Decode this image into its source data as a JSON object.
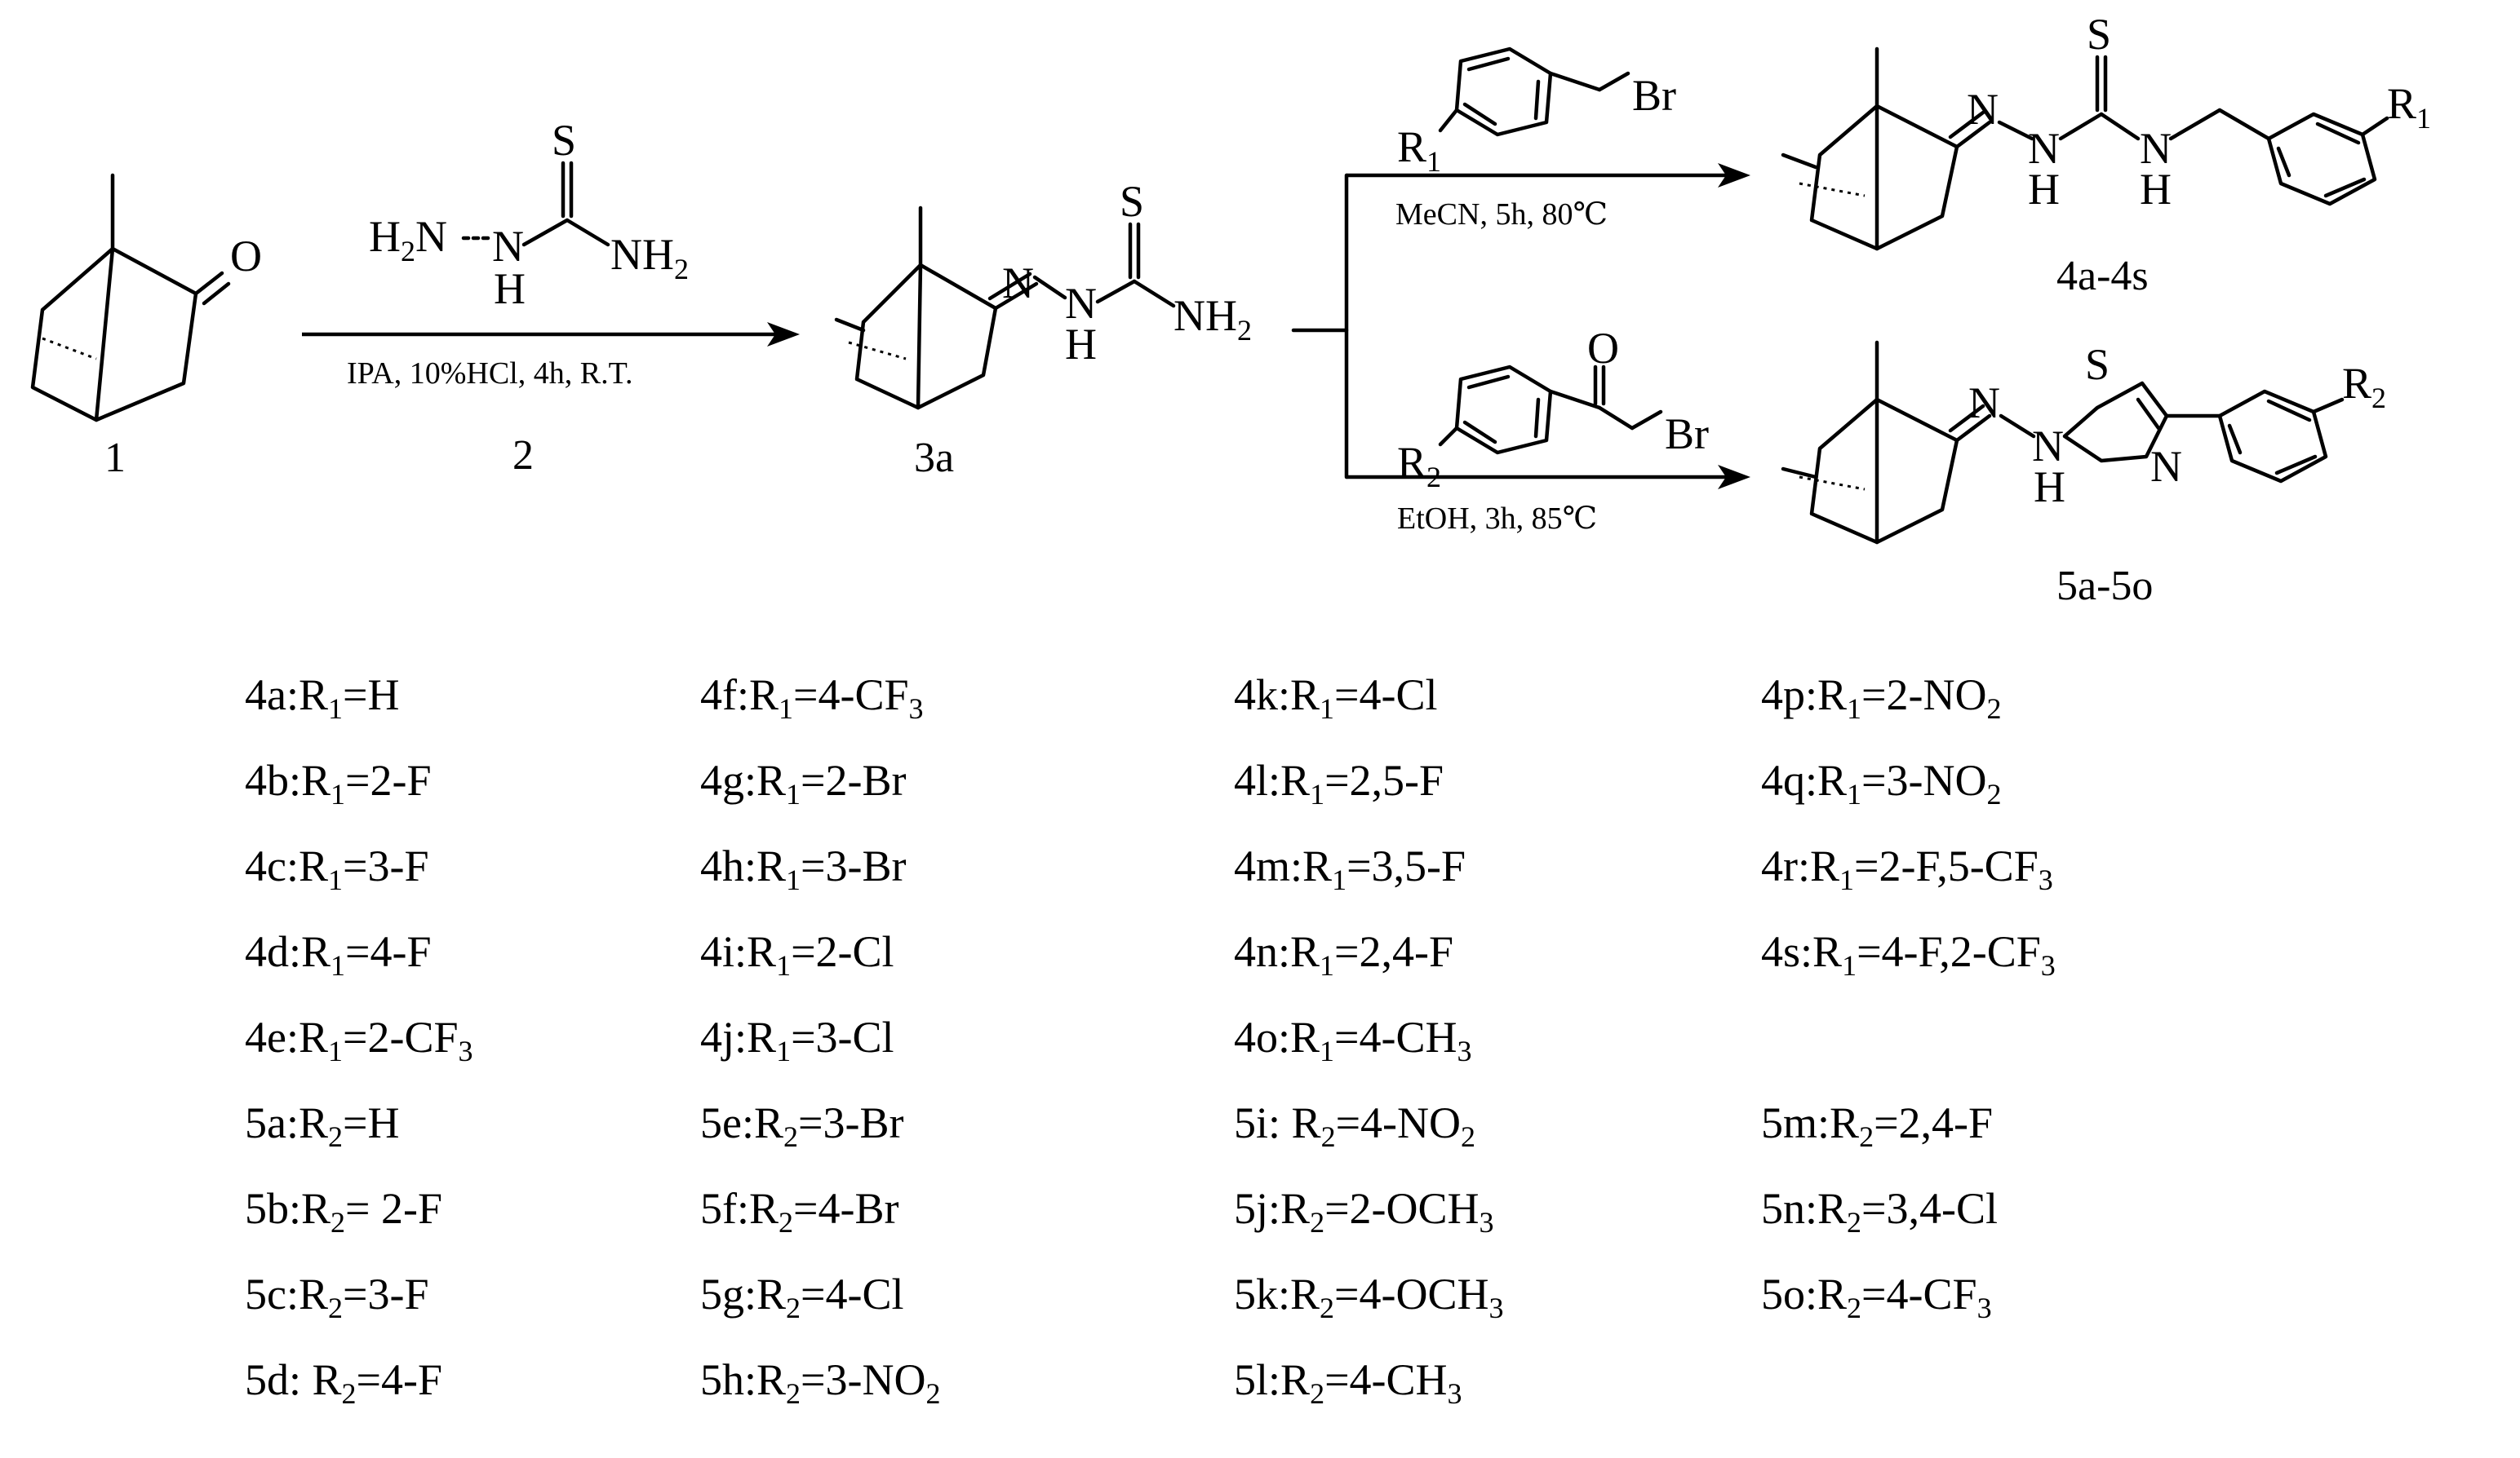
{
  "compounds": {
    "camphor_label": "1",
    "thiosemicarbazide_label": "2",
    "intermediate_label": "3a",
    "product4_label": "4a-4s",
    "product5_label": "5a-5o"
  },
  "atoms": {
    "O": "O",
    "S": "S",
    "N": "N",
    "H": "H",
    "Br": "Br",
    "NH2": "NH",
    "H2N": "H",
    "sub2": "2",
    "R": "R",
    "sub1": "1"
  },
  "reactions": {
    "step1_conditions": "IPA, 10%HCl, 4h, R.T.",
    "step2_conditions": "MeCN, 5h, 80℃",
    "step3_conditions": "EtOH, 3h, 85℃"
  },
  "substituents": [
    {
      "id": "4a",
      "sym": "R",
      "idx": "1",
      "val": "H"
    },
    {
      "id": "4b",
      "sym": "R",
      "idx": "1",
      "val": "2-F"
    },
    {
      "id": "4c",
      "sym": "R",
      "idx": "1",
      "val": "3-F"
    },
    {
      "id": "4d",
      "sym": "R",
      "idx": "1",
      "val": "4-F"
    },
    {
      "id": "4e",
      "sym": "R",
      "idx": "1",
      "val": "2-CF",
      "val_sub": "3"
    },
    {
      "id": "4f",
      "sym": "R",
      "idx": "1",
      "val": "4-CF",
      "val_sub": "3"
    },
    {
      "id": "4g",
      "sym": "R",
      "idx": "1",
      "val": "2-Br"
    },
    {
      "id": "4h",
      "sym": "R",
      "idx": "1",
      "val": "3-Br"
    },
    {
      "id": "4i",
      "sym": "R",
      "idx": "1",
      "val": "2-Cl"
    },
    {
      "id": "4j",
      "sym": "R",
      "idx": "1",
      "val": "3-Cl"
    },
    {
      "id": "4k",
      "sym": "R",
      "idx": "1",
      "val": "4-Cl"
    },
    {
      "id": "4l",
      "sym": "R",
      "idx": "1",
      "val": "2,5-F"
    },
    {
      "id": "4m",
      "sym": "R",
      "idx": "1",
      "val": "3,5-F"
    },
    {
      "id": "4n",
      "sym": "R",
      "idx": "1",
      "val": "2,4-F"
    },
    {
      "id": "4o",
      "sym": "R",
      "idx": "1",
      "val": "4-CH",
      "val_sub": "3"
    },
    {
      "id": "4p",
      "sym": "R",
      "idx": "1",
      "val": "2-NO",
      "val_sub": "2"
    },
    {
      "id": "4q",
      "sym": "R",
      "idx": "1",
      "val": "3-NO",
      "val_sub": "2"
    },
    {
      "id": "4r",
      "sym": "R",
      "idx": "1",
      "val": "2-F,5-CF",
      "val_sub": "3"
    },
    {
      "id": "4s",
      "sym": "R",
      "idx": "1",
      "val": "4-F,2-CF",
      "val_sub": "3"
    },
    {
      "id": "5a",
      "sym": "R",
      "idx": "2",
      "val": "H"
    },
    {
      "id": "5b",
      "sym": "R",
      "idx": "2",
      "val": " 2-F"
    },
    {
      "id": "5c",
      "sym": "R",
      "idx": "2",
      "val": "3-F"
    },
    {
      "id": "5d",
      "sym": "R",
      "idx": "2",
      "val": "4-F",
      "sep": ": "
    },
    {
      "id": "5e",
      "sym": "R",
      "idx": "2",
      "val": "3-Br"
    },
    {
      "id": "5f",
      "sym": "R",
      "idx": "2",
      "val": "4-Br"
    },
    {
      "id": "5g",
      "sym": "R",
      "idx": "2",
      "val": "4-Cl"
    },
    {
      "id": "5h",
      "sym": "R",
      "idx": "2",
      "val": "3-NO",
      "val_sub": "2"
    },
    {
      "id": "5i",
      "sym": "R",
      "idx": "2",
      "val": "4-NO",
      "val_sub": "2",
      "sep": ": "
    },
    {
      "id": "5j",
      "sym": "R",
      "idx": "2",
      "val": "2-OCH",
      "val_sub": "3"
    },
    {
      "id": "5k",
      "sym": "R",
      "idx": "2",
      "val": "4-OCH",
      "val_sub": "3"
    },
    {
      "id": "5l",
      "sym": "R",
      "idx": "2",
      "val": "4-CH",
      "val_sub": "3"
    },
    {
      "id": "5m",
      "sym": "R",
      "idx": "2",
      "val": "2,4-F"
    },
    {
      "id": "5n",
      "sym": "R",
      "idx": "2",
      "val": "3,4-Cl"
    },
    {
      "id": "5o",
      "sym": "R",
      "idx": "2",
      "val": "4-CF",
      "val_sub": "3"
    }
  ]
}
